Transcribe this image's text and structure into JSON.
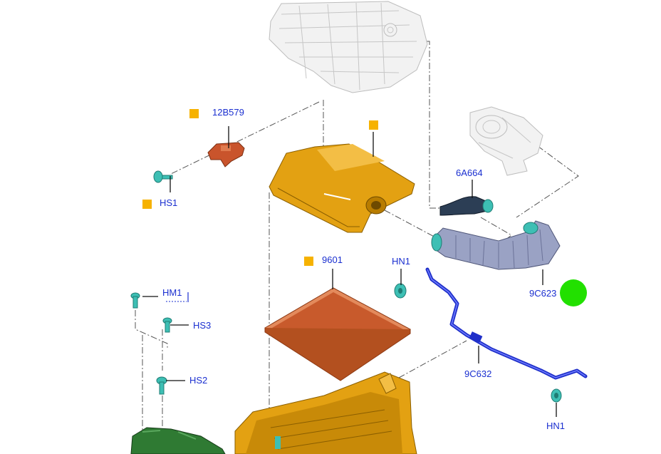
{
  "labels": {
    "sensor": "12B579",
    "screw_hs1": "HS1",
    "outlet_hose": "6A664",
    "filter": "9601",
    "clamp_hn1_top": "HN1",
    "clamp_hn1_bottom": "HN1",
    "bolt_hm1": "HM1",
    "bolt_hs3": "HS3",
    "bolt_hs2": "HS2",
    "air_duct": "9C623",
    "pipe": "9C632"
  },
  "colors": {
    "callout_text": "#1a2fd0",
    "marker": "#f6b200",
    "housing": "#e3a112",
    "filter": "#d2693a",
    "duct": "#9aa2c4",
    "pipe": "#1f2fc9",
    "fastener": "#3dbfb4",
    "sensor": "#c9542c",
    "lower_hose": "#2f7a33",
    "highlight": "#22e000"
  }
}
